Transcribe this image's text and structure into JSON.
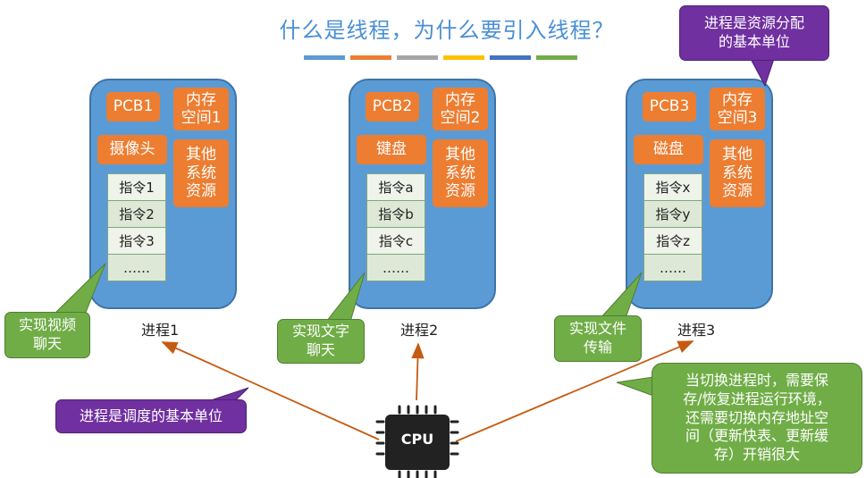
{
  "title": "什么是线程，为什么要引入线程？",
  "title_bar_colors": [
    "#5b9bd5",
    "#ed7d31",
    "#a5a5a5",
    "#ffc000",
    "#4472c4",
    "#70ad47"
  ],
  "colors": {
    "process_fill": "#5b9bd5",
    "orange": "#ed7d31",
    "green": "#70ad47",
    "purple": "#7030a0",
    "arrow": "#c55a11"
  },
  "processes": [
    {
      "pcb": "PCB1",
      "memory": "内存\n空间1",
      "device": "摄像头",
      "other": "其他\n系统\n资源",
      "instructions": [
        "指令1",
        "指令2",
        "指令3",
        "……"
      ],
      "label": "进程1",
      "callout": "实现视频\n聊天"
    },
    {
      "pcb": "PCB2",
      "memory": "内存\n空间2",
      "device": "键盘",
      "other": "其他\n系统\n资源",
      "instructions": [
        "指令a",
        "指令b",
        "指令c",
        "……"
      ],
      "label": "进程2",
      "callout": "实现文字\n聊天"
    },
    {
      "pcb": "PCB3",
      "memory": "内存\n空间3",
      "device": "磁盘",
      "other": "其他\n系统\n资源",
      "instructions": [
        "指令x",
        "指令y",
        "指令z",
        "……"
      ],
      "label": "进程3",
      "callout": "实现文件\n传输"
    }
  ],
  "callouts": {
    "top_right": "进程是资源分配\n的基本单位",
    "scheduling": "进程是调度的基本单位",
    "switch_cost": "当切换进程时，需要保\n存/恢复进程运行环境，\n还需要切换内存地址空\n间（更新快表、更新缓\n存）开销很大"
  },
  "cpu": {
    "label": "CPU",
    "icon": "cpu-chip-icon"
  }
}
